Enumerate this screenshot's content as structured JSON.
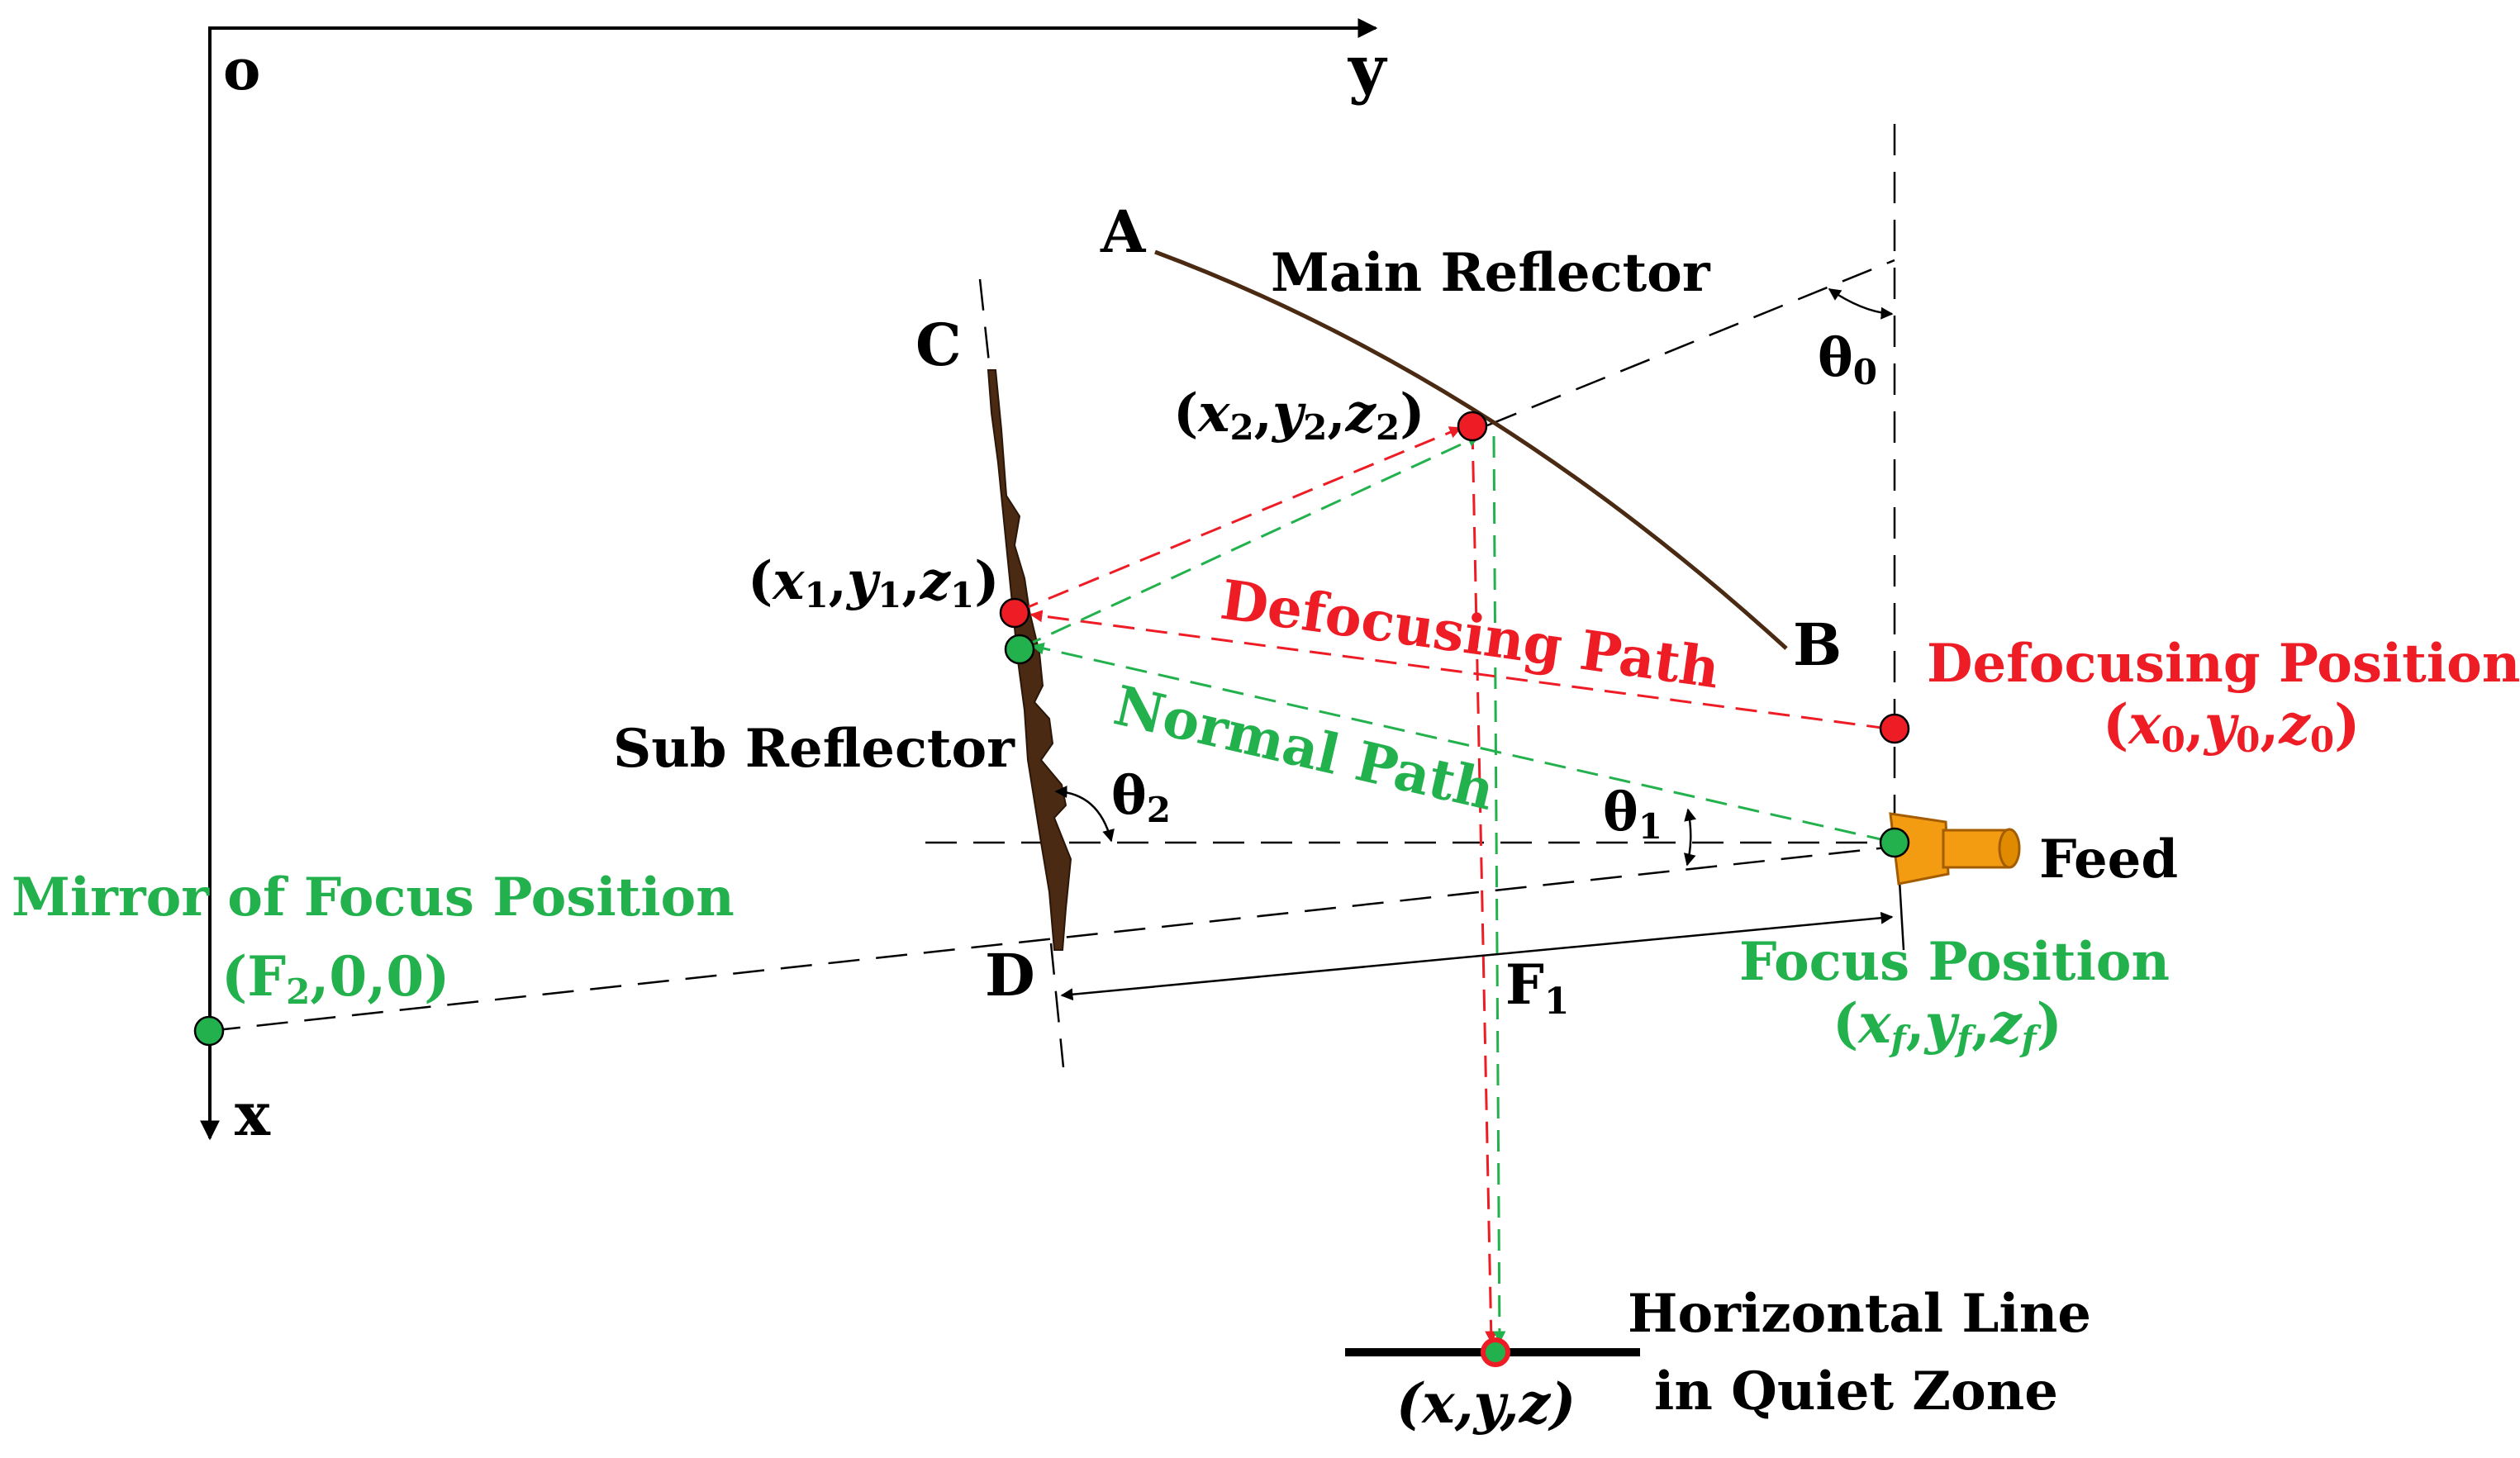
{
  "axes": {
    "origin": "o",
    "y_axis": "y",
    "x_axis": "x"
  },
  "points": {
    "A": "A",
    "B": "B",
    "C": "C",
    "D": "D",
    "F1": "F",
    "F1_sub": "1"
  },
  "labels": {
    "main_reflector": "Main Reflector",
    "sub_reflector": "Sub Reflector",
    "defocusing_path": "Defocusing Path",
    "normal_path": "Normal Path",
    "defocusing_position": "Defocusing Position",
    "focus_position": "Focus Position",
    "mirror_of_focus_position": "Mirror of Focus Position",
    "feed": "Feed",
    "horizontal_line_1": "Horizontal Line",
    "horizontal_line_2": "in Quiet Zone"
  },
  "coordinates": {
    "p2": {
      "v1": "x",
      "s1": "2",
      "v2": "y",
      "s2": "2",
      "v3": "z",
      "s3": "2"
    },
    "p1": {
      "v1": "x",
      "s1": "1",
      "v2": "y",
      "s2": "1",
      "v3": "z",
      "s3": "1"
    },
    "p0": {
      "v1": "x",
      "s1": "0",
      "v2": "y",
      "s2": "0",
      "v3": "z",
      "s3": "0"
    },
    "pf": {
      "v1": "x",
      "s1": "f",
      "v2": "y",
      "s2": "f",
      "v3": "z",
      "s3": "f"
    },
    "pm": {
      "v1": "F",
      "s1": "2",
      "rest": ",0,0"
    },
    "pq": {
      "text": "(x,y,z)"
    }
  },
  "angles": {
    "theta0": {
      "sym": "θ",
      "sub": "0"
    },
    "theta1": {
      "sym": "θ",
      "sub": "1"
    },
    "theta2": {
      "sym": "θ",
      "sub": "2"
    }
  },
  "colors": {
    "defocus": "#ee1c25",
    "normal": "#22b14c",
    "reflector": "#4a2a12",
    "feed": "#f39c12"
  }
}
